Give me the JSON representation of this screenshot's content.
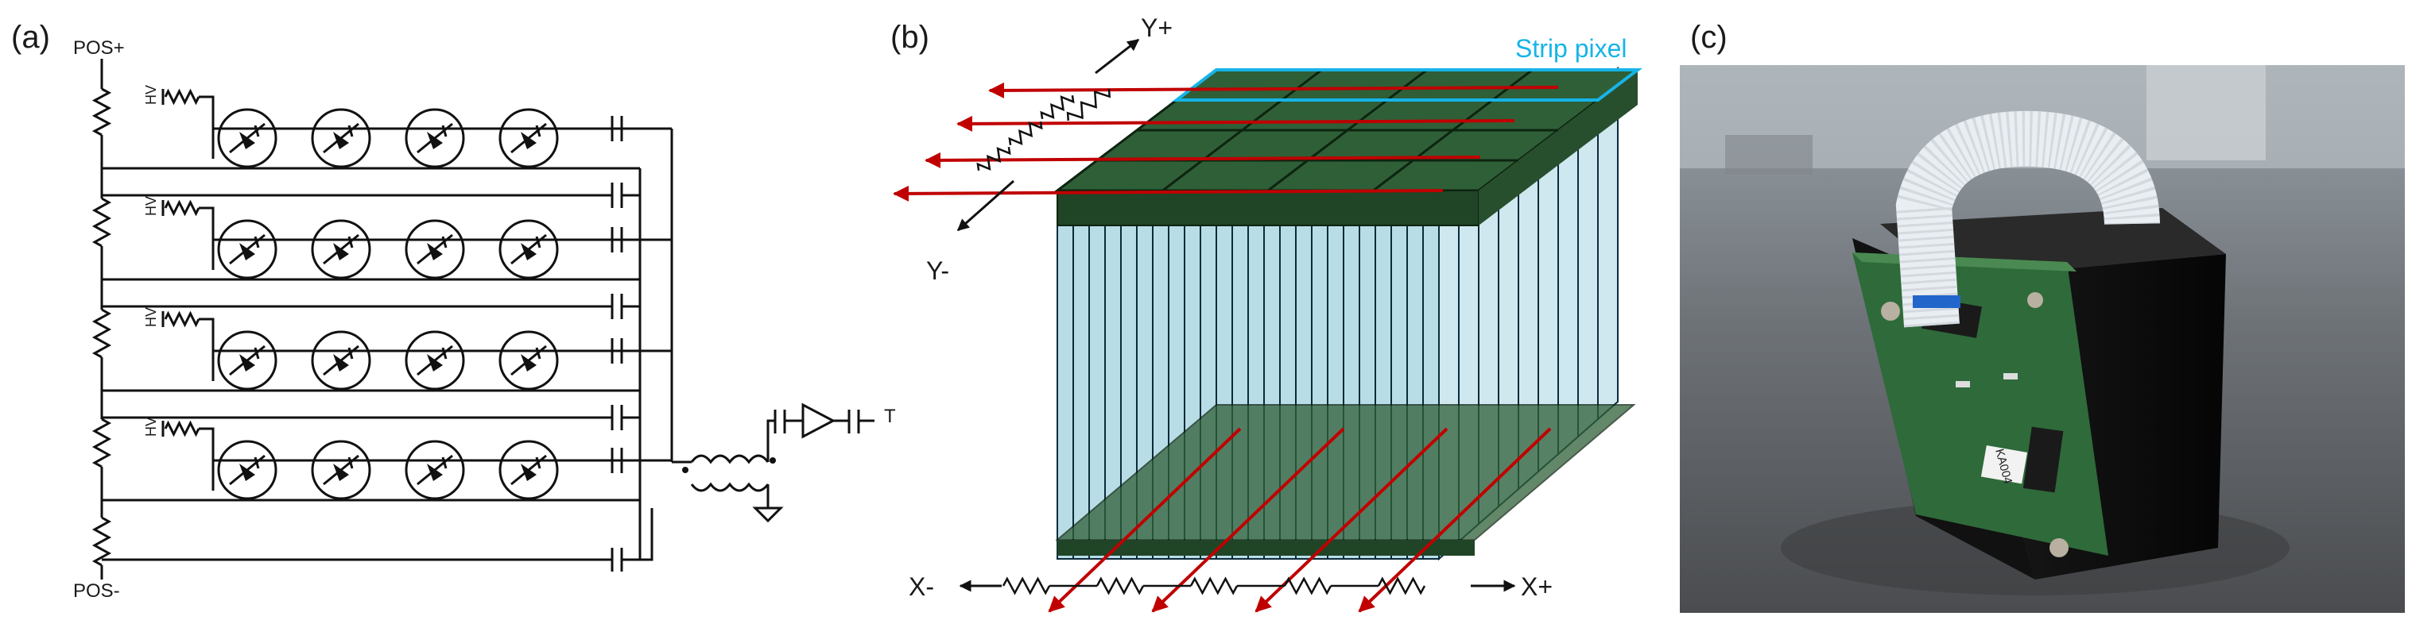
{
  "panels": {
    "a": {
      "label": "(a)",
      "pos_plus": "POS+",
      "pos_minus": "POS-",
      "hv": "HV",
      "output": "T"
    },
    "b": {
      "label": "(b)",
      "strip_pixel": "Strip pixel",
      "y_plus": "Y+",
      "y_minus": "Y-",
      "x_plus": "X+",
      "x_minus": "X-"
    },
    "c": {
      "label": "(c)",
      "board_id": "KA004"
    }
  },
  "colors": {
    "ink": "#111111",
    "strip_highlight": "#16b4e8",
    "arrow": "#c00000",
    "pcb_green": "#2f5f37",
    "crystal": "#b9dde6"
  },
  "icon_names": [
    "resistor-icon",
    "capacitor-icon",
    "photodiode-icon",
    "transformer-icon",
    "amplifier-icon",
    "ground-icon"
  ]
}
